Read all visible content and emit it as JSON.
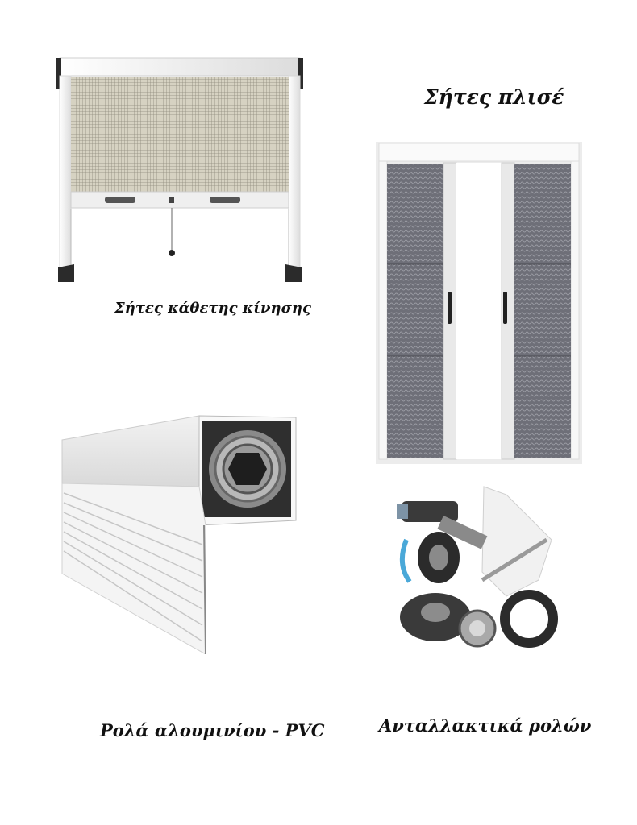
{
  "products": [
    {
      "id": "vertical-screen",
      "caption": "Σήτες κάθετης κίνησης"
    },
    {
      "id": "pleated-screen",
      "caption": "Σήτες πλισέ"
    },
    {
      "id": "aluminium-pvc-rollers",
      "caption": "Ρολά αλουμινίου - PVC"
    },
    {
      "id": "roller-spare-parts",
      "caption": "Ανταλλακτικά ρολών"
    }
  ],
  "colors": {
    "frame": "#f4f4f4",
    "mesh": "#c9c5b4",
    "dark": "#2b2b2b",
    "pleat": "#6e6f78",
    "accent": "#4aa8d8"
  }
}
